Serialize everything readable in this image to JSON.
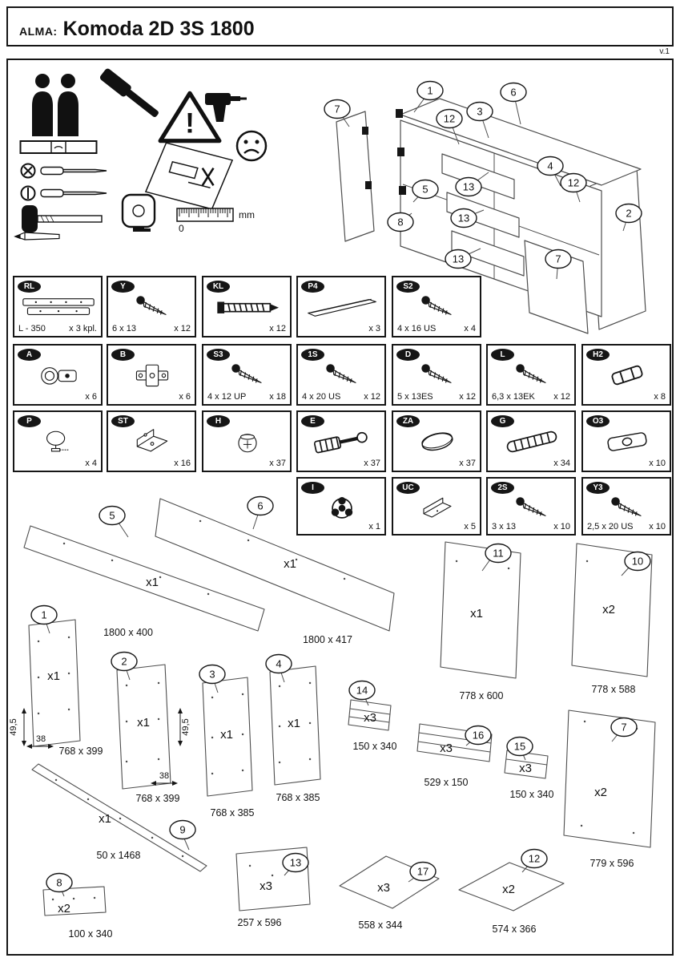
{
  "header": {
    "brand": "ALMA:",
    "title": "Komoda 2D 3S 1800",
    "version": "v.1"
  },
  "tools": {
    "warning_mark": "!",
    "ruler_unit": "mm",
    "ruler_zero": "0"
  },
  "explode": {
    "callouts": [
      "1",
      "6",
      "7",
      "12",
      "3",
      "13",
      "5",
      "8",
      "13",
      "4",
      "12",
      "13",
      "2",
      "7"
    ]
  },
  "hardware": [
    {
      "code": "RL",
      "spec": "L - 350",
      "qty": "x 3 kpl.",
      "icon": "drawer-slide"
    },
    {
      "code": "Y",
      "spec": "6 x 13",
      "qty": "x 12",
      "icon": "screw"
    },
    {
      "code": "KL",
      "spec": "",
      "qty": "x 12",
      "icon": "confirmat-screw"
    },
    {
      "code": "P4",
      "spec": "",
      "qty": "x 3",
      "icon": "drawer-rail"
    },
    {
      "code": "S2",
      "spec": "4 x 16 US",
      "qty": "x 4",
      "icon": "screw"
    },
    {
      "code": "A",
      "spec": "",
      "qty": "x 6",
      "icon": "hinge"
    },
    {
      "code": "B",
      "spec": "",
      "qty": "x 6",
      "icon": "hinge-plate"
    },
    {
      "code": "S3",
      "spec": "4 x 12 UP",
      "qty": "x 18",
      "icon": "screw"
    },
    {
      "code": "1S",
      "spec": "4 x 20 US",
      "qty": "x 12",
      "icon": "screw"
    },
    {
      "code": "D",
      "spec": "5 x 13ES",
      "qty": "x 12",
      "icon": "screw"
    },
    {
      "code": "L",
      "spec": "6,3 x 13EK",
      "qty": "x 12",
      "icon": "screw"
    },
    {
      "code": "H2",
      "spec": "",
      "qty": "x 8",
      "icon": "sleeve"
    },
    {
      "code": "P",
      "spec": "",
      "qty": "x 4",
      "icon": "knob"
    },
    {
      "code": "ST",
      "spec": "",
      "qty": "x 16",
      "icon": "corner-bracket"
    },
    {
      "code": "H",
      "spec": "",
      "qty": "x 37",
      "icon": "cam-lock"
    },
    {
      "code": "E",
      "spec": "",
      "qty": "x 37",
      "icon": "cam-bolt"
    },
    {
      "code": "ZA",
      "spec": "",
      "qty": "x 37",
      "icon": "cover-cap"
    },
    {
      "code": "G",
      "spec": "",
      "qty": "x 34",
      "icon": "wood-dowel"
    },
    {
      "code": "O3",
      "spec": "",
      "qty": "x 10",
      "icon": "connector-plate"
    },
    {
      "code": "I",
      "spec": "",
      "qty": "x 1",
      "icon": "assembly-key"
    },
    {
      "code": "UC",
      "spec": "",
      "qty": "x 5",
      "icon": "angle-bracket"
    },
    {
      "code": "2S",
      "spec": "3 x 13",
      "qty": "x 10",
      "icon": "screw"
    },
    {
      "code": "Y3",
      "spec": "2,5 x 20 US",
      "qty": "x 10",
      "icon": "screw"
    }
  ],
  "panels": {
    "p5": {
      "num": "5",
      "qty": "x1",
      "dims": "1800 x 400"
    },
    "p6": {
      "num": "6",
      "qty": "x1",
      "dims": "1800 x 417"
    },
    "p11": {
      "num": "11",
      "qty": "x1",
      "dims": "778 x 600"
    },
    "p10": {
      "num": "10",
      "qty": "x2",
      "dims": "778 x 588"
    },
    "p1": {
      "num": "1",
      "qty": "x1",
      "dims": "768 x 399",
      "dim_v": "49,5",
      "dim_h": "38"
    },
    "p2": {
      "num": "2",
      "qty": "x1",
      "dims": "768 x 399",
      "dim_v": "49,5",
      "dim_h": "38"
    },
    "p3": {
      "num": "3",
      "qty": "x1",
      "dims": "768 x 385"
    },
    "p4": {
      "num": "4",
      "qty": "x1",
      "dims": "768 x 385"
    },
    "p14": {
      "num": "14",
      "qty": "x3",
      "dims": "150 x 340"
    },
    "p16": {
      "num": "16",
      "qty": "x3",
      "dims": "529 x 150"
    },
    "p15": {
      "num": "15",
      "qty": "x3",
      "dims": "150 x 340"
    },
    "p7": {
      "num": "7",
      "qty": "x2",
      "dims": "779 x 596"
    },
    "p9": {
      "num": "9",
      "qty": "x1",
      "dims": "50 x 1468"
    },
    "p8": {
      "num": "8",
      "qty": "x2",
      "dims": "100 x 340"
    },
    "p13": {
      "num": "13",
      "qty": "x3",
      "dims": "257 x 596"
    },
    "p17": {
      "num": "17",
      "qty": "x3",
      "dims": "558 x 344"
    },
    "p12": {
      "num": "12",
      "qty": "x2",
      "dims": "574 x 366"
    }
  }
}
